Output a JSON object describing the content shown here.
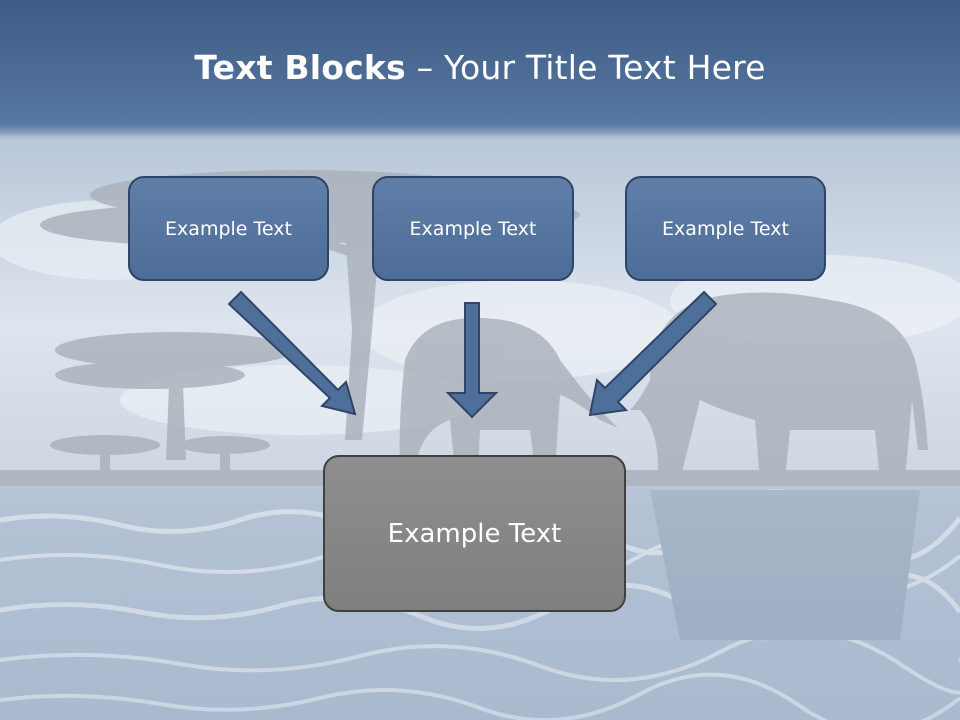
{
  "slide": {
    "title_bold": "Text Blocks",
    "title_rest": " – Your Title Text Here",
    "boxes": [
      {
        "label": "Example Text"
      },
      {
        "label": "Example Text"
      },
      {
        "label": "Example Text"
      },
      {
        "label": "Example Text"
      }
    ]
  },
  "colors": {
    "header": "#4a6a95",
    "box_fill": "#5677a2",
    "box_border": "#2f4467",
    "center_box_fill": "#888888",
    "arrow_fill": "#4f6f9b",
    "arrow_stroke": "#2f4467"
  }
}
